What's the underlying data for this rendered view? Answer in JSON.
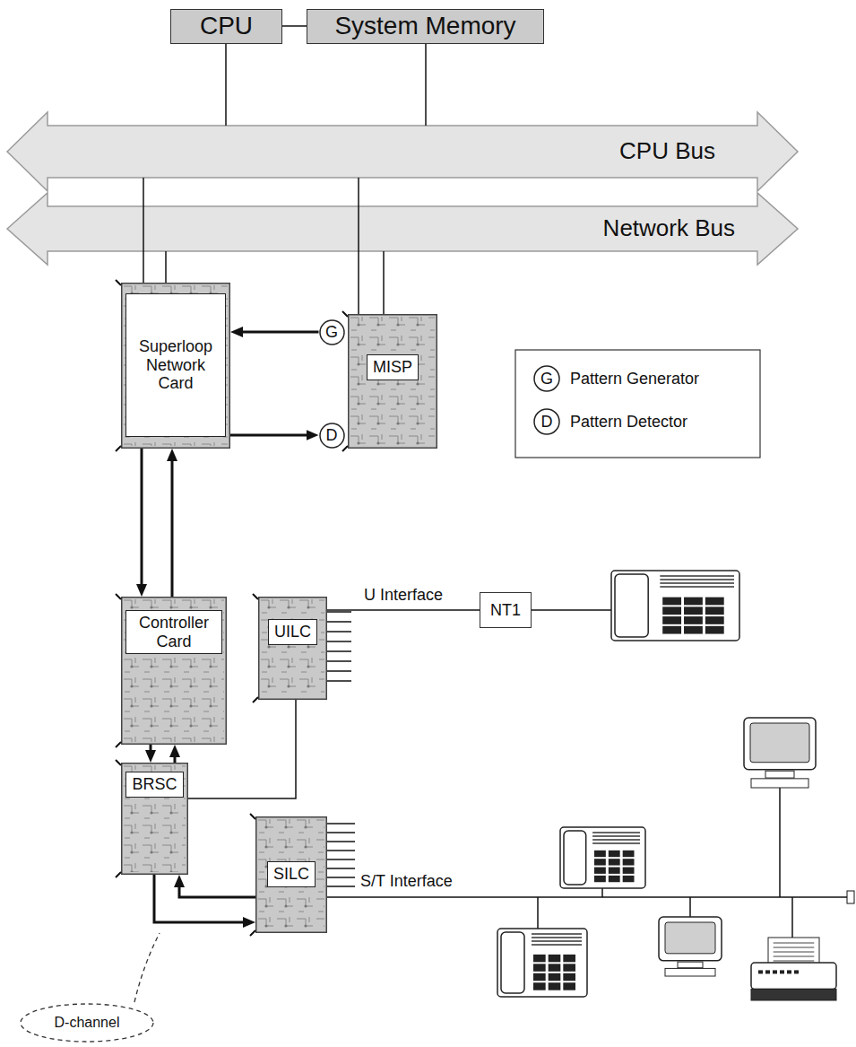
{
  "diagram": {
    "nodes": [
      {
        "text": [
          "CPU"
        ]
      },
      {
        "text": [
          "System Memory"
        ]
      },
      {
        "text": [
          "CPU Bus"
        ]
      },
      {
        "text": [
          "Network Bus"
        ]
      },
      {
        "text": [
          "Superloop Network Card"
        ]
      },
      {
        "text": [
          "G"
        ]
      },
      {
        "text": [
          "MISP"
        ]
      },
      {
        "text": [
          "D"
        ]
      },
      {
        "text": [
          "Controller Card"
        ]
      },
      {
        "text": [
          "UILC"
        ]
      },
      {
        "text": [
          "NT1"
        ]
      },
      {
        "text": [
          "BRSC"
        ]
      },
      {
        "text": [
          "SILC"
        ]
      },
      {
        "text": [
          "D-channel"
        ]
      }
    ],
    "edges": [
      {
        "from": 0,
        "to": 1,
        "arrow": "none"
      },
      {
        "from": 0,
        "to": 2,
        "arrow": "none"
      },
      {
        "from": 1,
        "to": 2,
        "arrow": "none"
      },
      {
        "from": 4,
        "to": 2,
        "arrow": "none"
      },
      {
        "from": 4,
        "to": 3,
        "arrow": "none"
      },
      {
        "from": 6,
        "to": 2,
        "arrow": "none"
      },
      {
        "from": 6,
        "to": 3,
        "arrow": "none"
      },
      {
        "from": 5,
        "to": 4,
        "arrow": "to"
      },
      {
        "from": 4,
        "to": 7,
        "arrow": "to"
      },
      {
        "from": 4,
        "to": 8,
        "arrow": "to"
      },
      {
        "from": 8,
        "to": 4,
        "arrow": "to"
      },
      {
        "from": 8,
        "to": 11,
        "arrow": "to"
      },
      {
        "from": 11,
        "to": 8,
        "arrow": "to"
      },
      {
        "from": 9,
        "to": 11,
        "arrow": "none"
      },
      {
        "from": 9,
        "to": 10,
        "arrow": "none",
        "label": "U Interface"
      },
      {
        "from": 11,
        "to": 12,
        "arrow": "to"
      },
      {
        "from": 12,
        "to": 11,
        "arrow": "to"
      }
    ],
    "labels": [
      "G",
      "D",
      "S/T Interface"
    ],
    "legend": [
      {
        "text": "Pattern Generator"
      },
      {
        "text": "Pattern Detector"
      }
    ]
  }
}
